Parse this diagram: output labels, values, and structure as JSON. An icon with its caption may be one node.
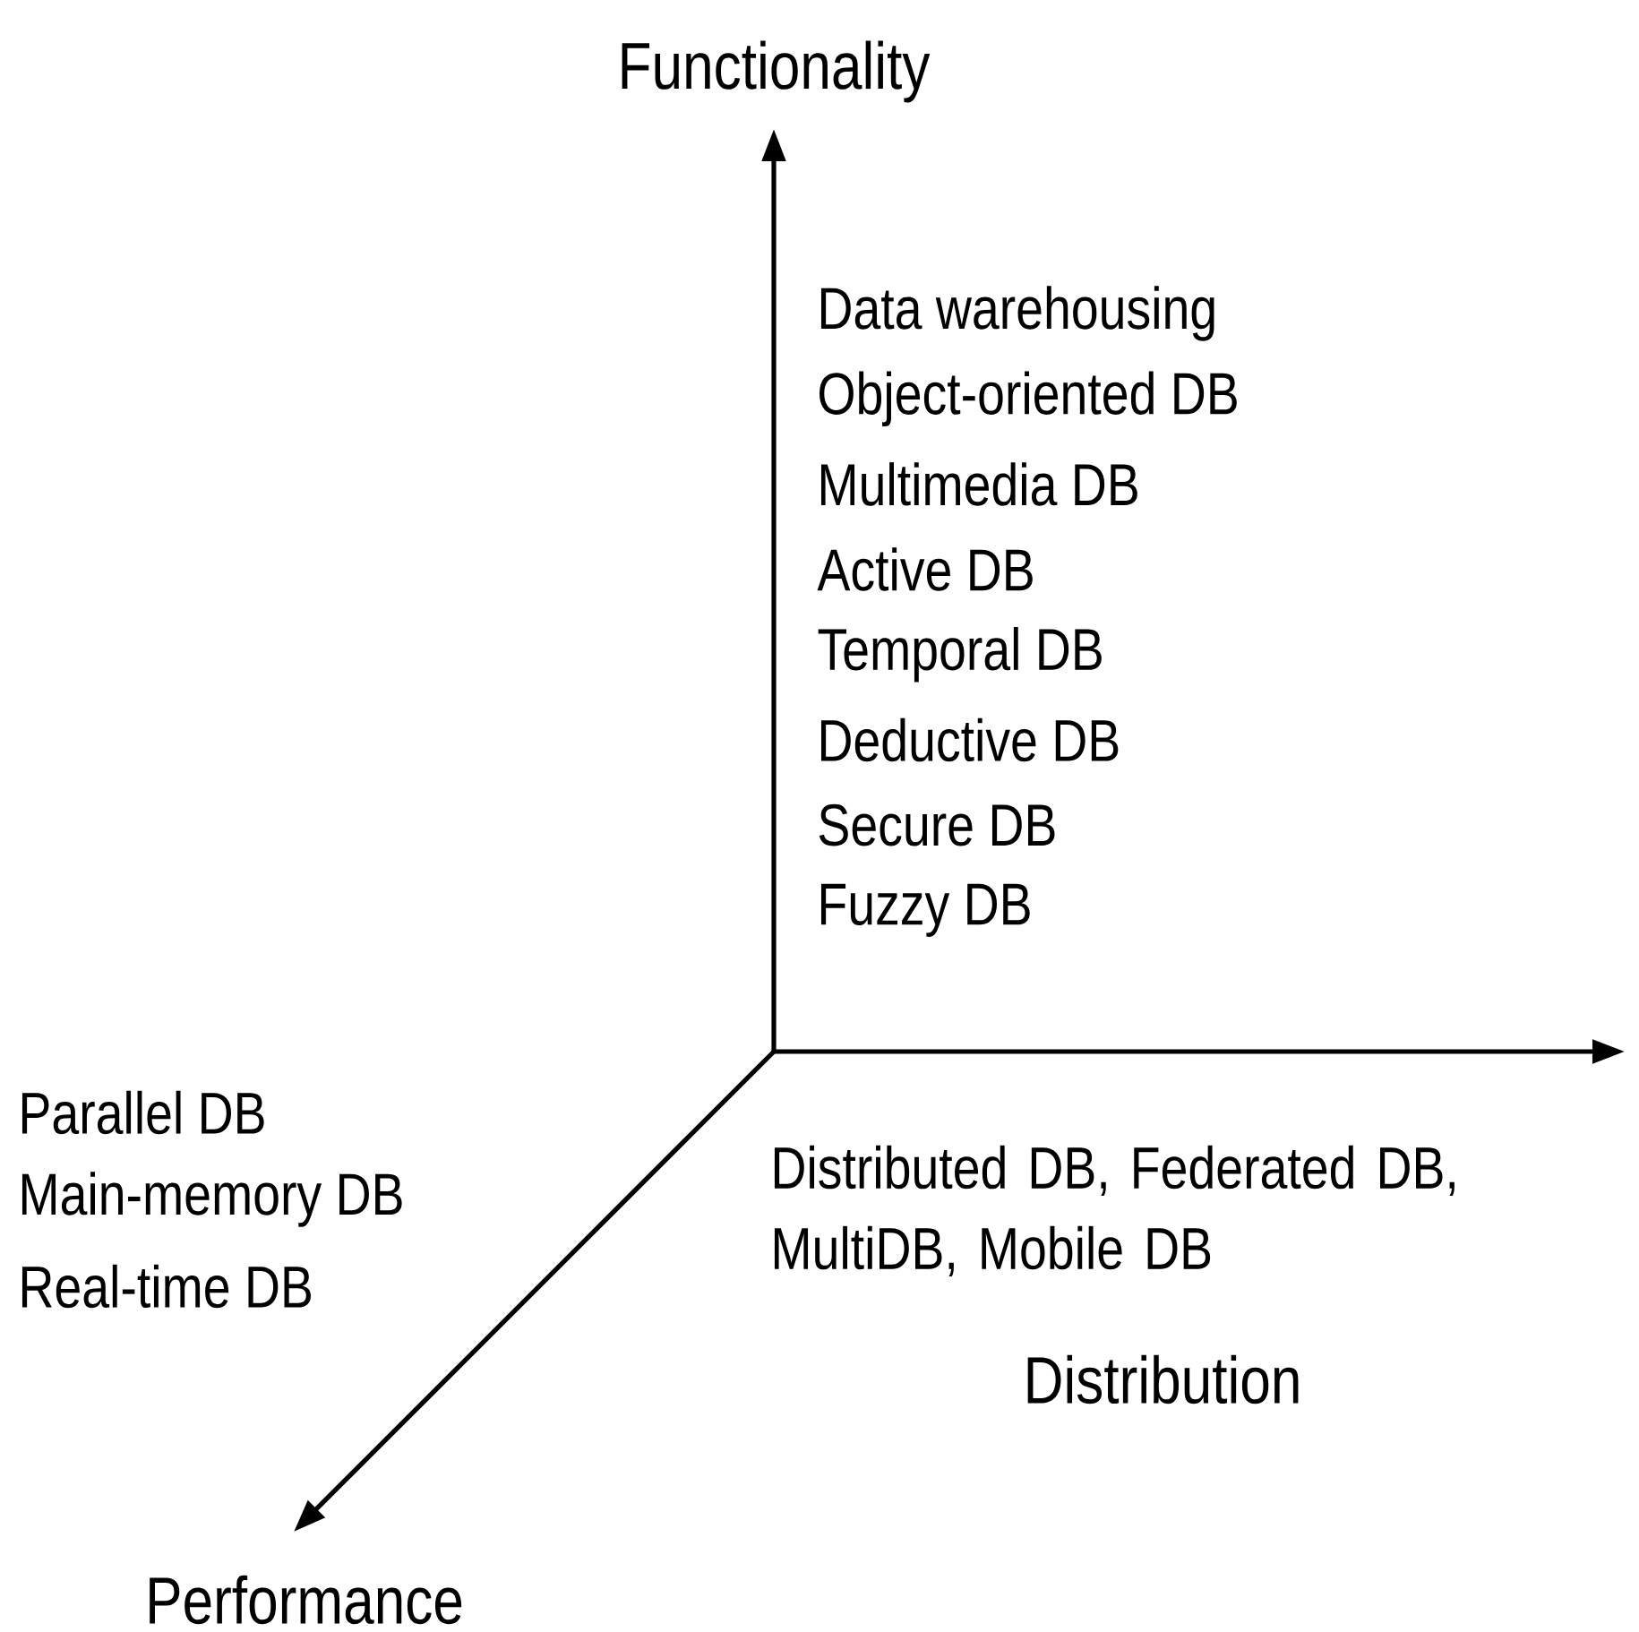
{
  "diagram": {
    "labels": [
      "Functionality",
      "Data warehousing",
      "Object-oriented DB",
      "Multimedia DB",
      "Active DB",
      "Temporal DB",
      "Deductive DB",
      "Secure DB",
      "Fuzzy DB",
      "Parallel DB",
      "Main-memory DB",
      "Real-time DB",
      "Distributed DB, Federated DB, MultiDB, Mobile DB",
      "Distribution",
      "Performance"
    ]
  }
}
